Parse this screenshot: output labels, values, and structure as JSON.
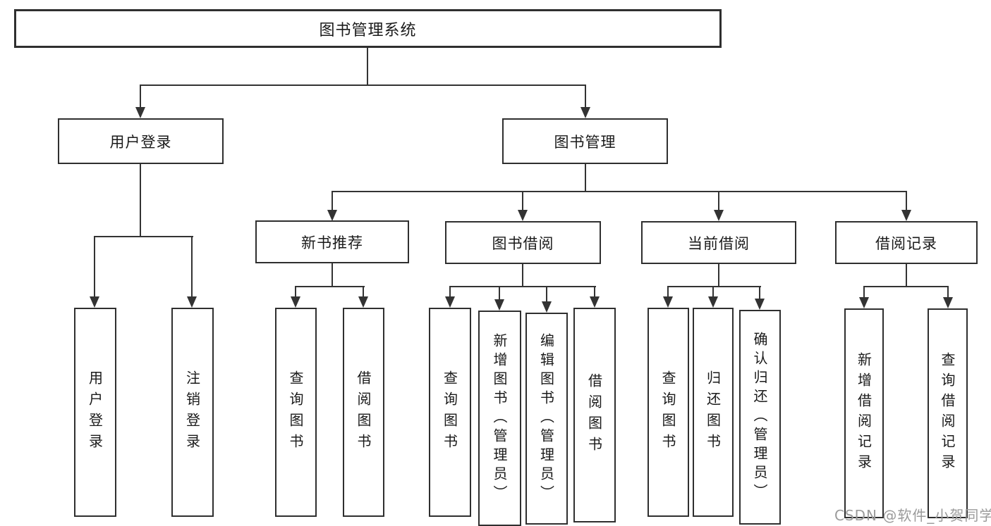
{
  "diagram_title": "图书管理系统",
  "colors": {
    "line": "#333333",
    "box_border": "#2f2f2f",
    "text": "#1a1a1a",
    "background": "#ffffff",
    "watermark": "#9b9b9b"
  },
  "nodes": {
    "root": "图书管理系统",
    "user_login": "用户登录",
    "book_mgmt": "图书管理",
    "new_book_rec": "新书推荐",
    "book_borrow": "图书借阅",
    "current_borrow": "当前借阅",
    "borrow_record": "借阅记录",
    "login": "用户登录",
    "logout": "注销登录",
    "rec_query": "查询图书",
    "rec_borrow": "借阅图书",
    "bb_query": "查询图书",
    "bb_add": "新增图书（管理员）",
    "bb_edit": "编辑图书（管理员）",
    "bb_borrow": "借阅图书",
    "cb_query": "查询图书",
    "cb_return": "归还图书",
    "cb_confirm": "确认归还（管理员）",
    "br_add": "新增借阅记录",
    "br_query": "查询借阅记录"
  },
  "watermark": "CSDN @软件_小贺同学"
}
